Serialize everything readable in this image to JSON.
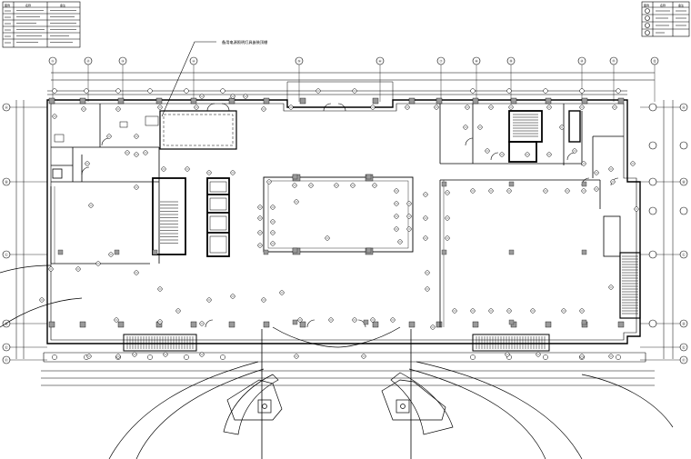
{
  "legend_left": {
    "headers": [
      "图例",
      "名称",
      "备注"
    ],
    "rows": [
      {
        "code": "",
        "name": "",
        "note": ""
      },
      {
        "code": "",
        "name": "",
        "note": ""
      },
      {
        "code": "",
        "name": "",
        "note": ""
      },
      {
        "code": "",
        "name": "",
        "note": ""
      },
      {
        "code": "",
        "name": "",
        "note": ""
      },
      {
        "code": "",
        "name": "",
        "note": ""
      }
    ]
  },
  "legend_right": {
    "headers": [
      "图例",
      "名称",
      "备注"
    ],
    "rows": [
      {
        "name": "",
        "note": ""
      },
      {
        "name": "",
        "note": ""
      },
      {
        "name": "",
        "note": ""
      },
      {
        "name": "",
        "note": ""
      }
    ]
  },
  "callout": {
    "text": "备用电源照明灯具嵌装顶棚"
  },
  "axes": {
    "top": [
      "①",
      "②",
      "③",
      "④",
      "⑤",
      "⑥",
      "⑦",
      "⑧",
      "⑨",
      "⑩",
      "⑪",
      "⑫"
    ],
    "left": [
      "Ⓐ",
      "Ⓑ",
      "Ⓒ",
      "Ⓓ",
      "Ⓔ",
      "Ⓕ"
    ],
    "right": [
      "Ⓐ",
      "Ⓑ",
      "Ⓒ",
      "Ⓓ",
      "Ⓔ",
      "Ⓕ"
    ]
  },
  "colors": {
    "line": "#000000",
    "background": "#ffffff",
    "column_fill": "#9a9a9a"
  }
}
